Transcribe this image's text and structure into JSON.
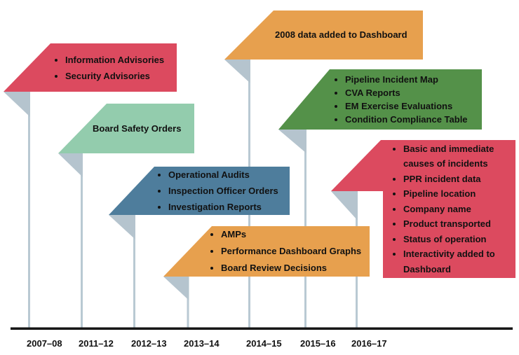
{
  "colors": {
    "red": "#dc4a5f",
    "orange": "#e7a04e",
    "mint": "#93ccad",
    "green": "#549149",
    "blue": "#4e7d9c",
    "pole": "#b9c9d3",
    "pole_fold": "#b5c4ce",
    "axis": "#161616",
    "text": "#111111"
  },
  "timeline": {
    "years": [
      "2007–08",
      "2011–12",
      "2012–13",
      "2013–14",
      "2014–15",
      "2015–16",
      "2016–17"
    ]
  },
  "flags": [
    {
      "year": "2007–08",
      "color": "#dc4a5f",
      "items": [
        "Information Advisories",
        "Security Advisories"
      ]
    },
    {
      "year": "2011–12",
      "color": "#93ccad",
      "items": [
        "Board Safety Orders"
      ]
    },
    {
      "year": "2012–13",
      "color": "#4e7d9c",
      "items": [
        "Operational Audits",
        "Inspection Officer Orders",
        "Investigation Reports"
      ]
    },
    {
      "year": "2013–14",
      "color": "#e7a04e",
      "items": [
        "AMPs",
        "Performance Dashboard Graphs",
        "Board Review Decisions"
      ]
    },
    {
      "year": "2014–15",
      "color": "#e7a04e",
      "items": [
        "2008 data added to Dashboard"
      ]
    },
    {
      "year": "2015–16",
      "color": "#549149",
      "items": [
        "Pipeline Incident Map",
        "CVA Reports",
        "EM Exercise Evaluations",
        "Condition Compliance Table"
      ]
    },
    {
      "year": "2016–17",
      "color": "#dc4a5f",
      "items": [
        "Basic and immediate causes of incidents",
        "PPR incident data",
        "Pipeline location",
        "Company name",
        "Product transported",
        "Status of operation",
        "Interactivity added to Dashboard"
      ]
    }
  ]
}
